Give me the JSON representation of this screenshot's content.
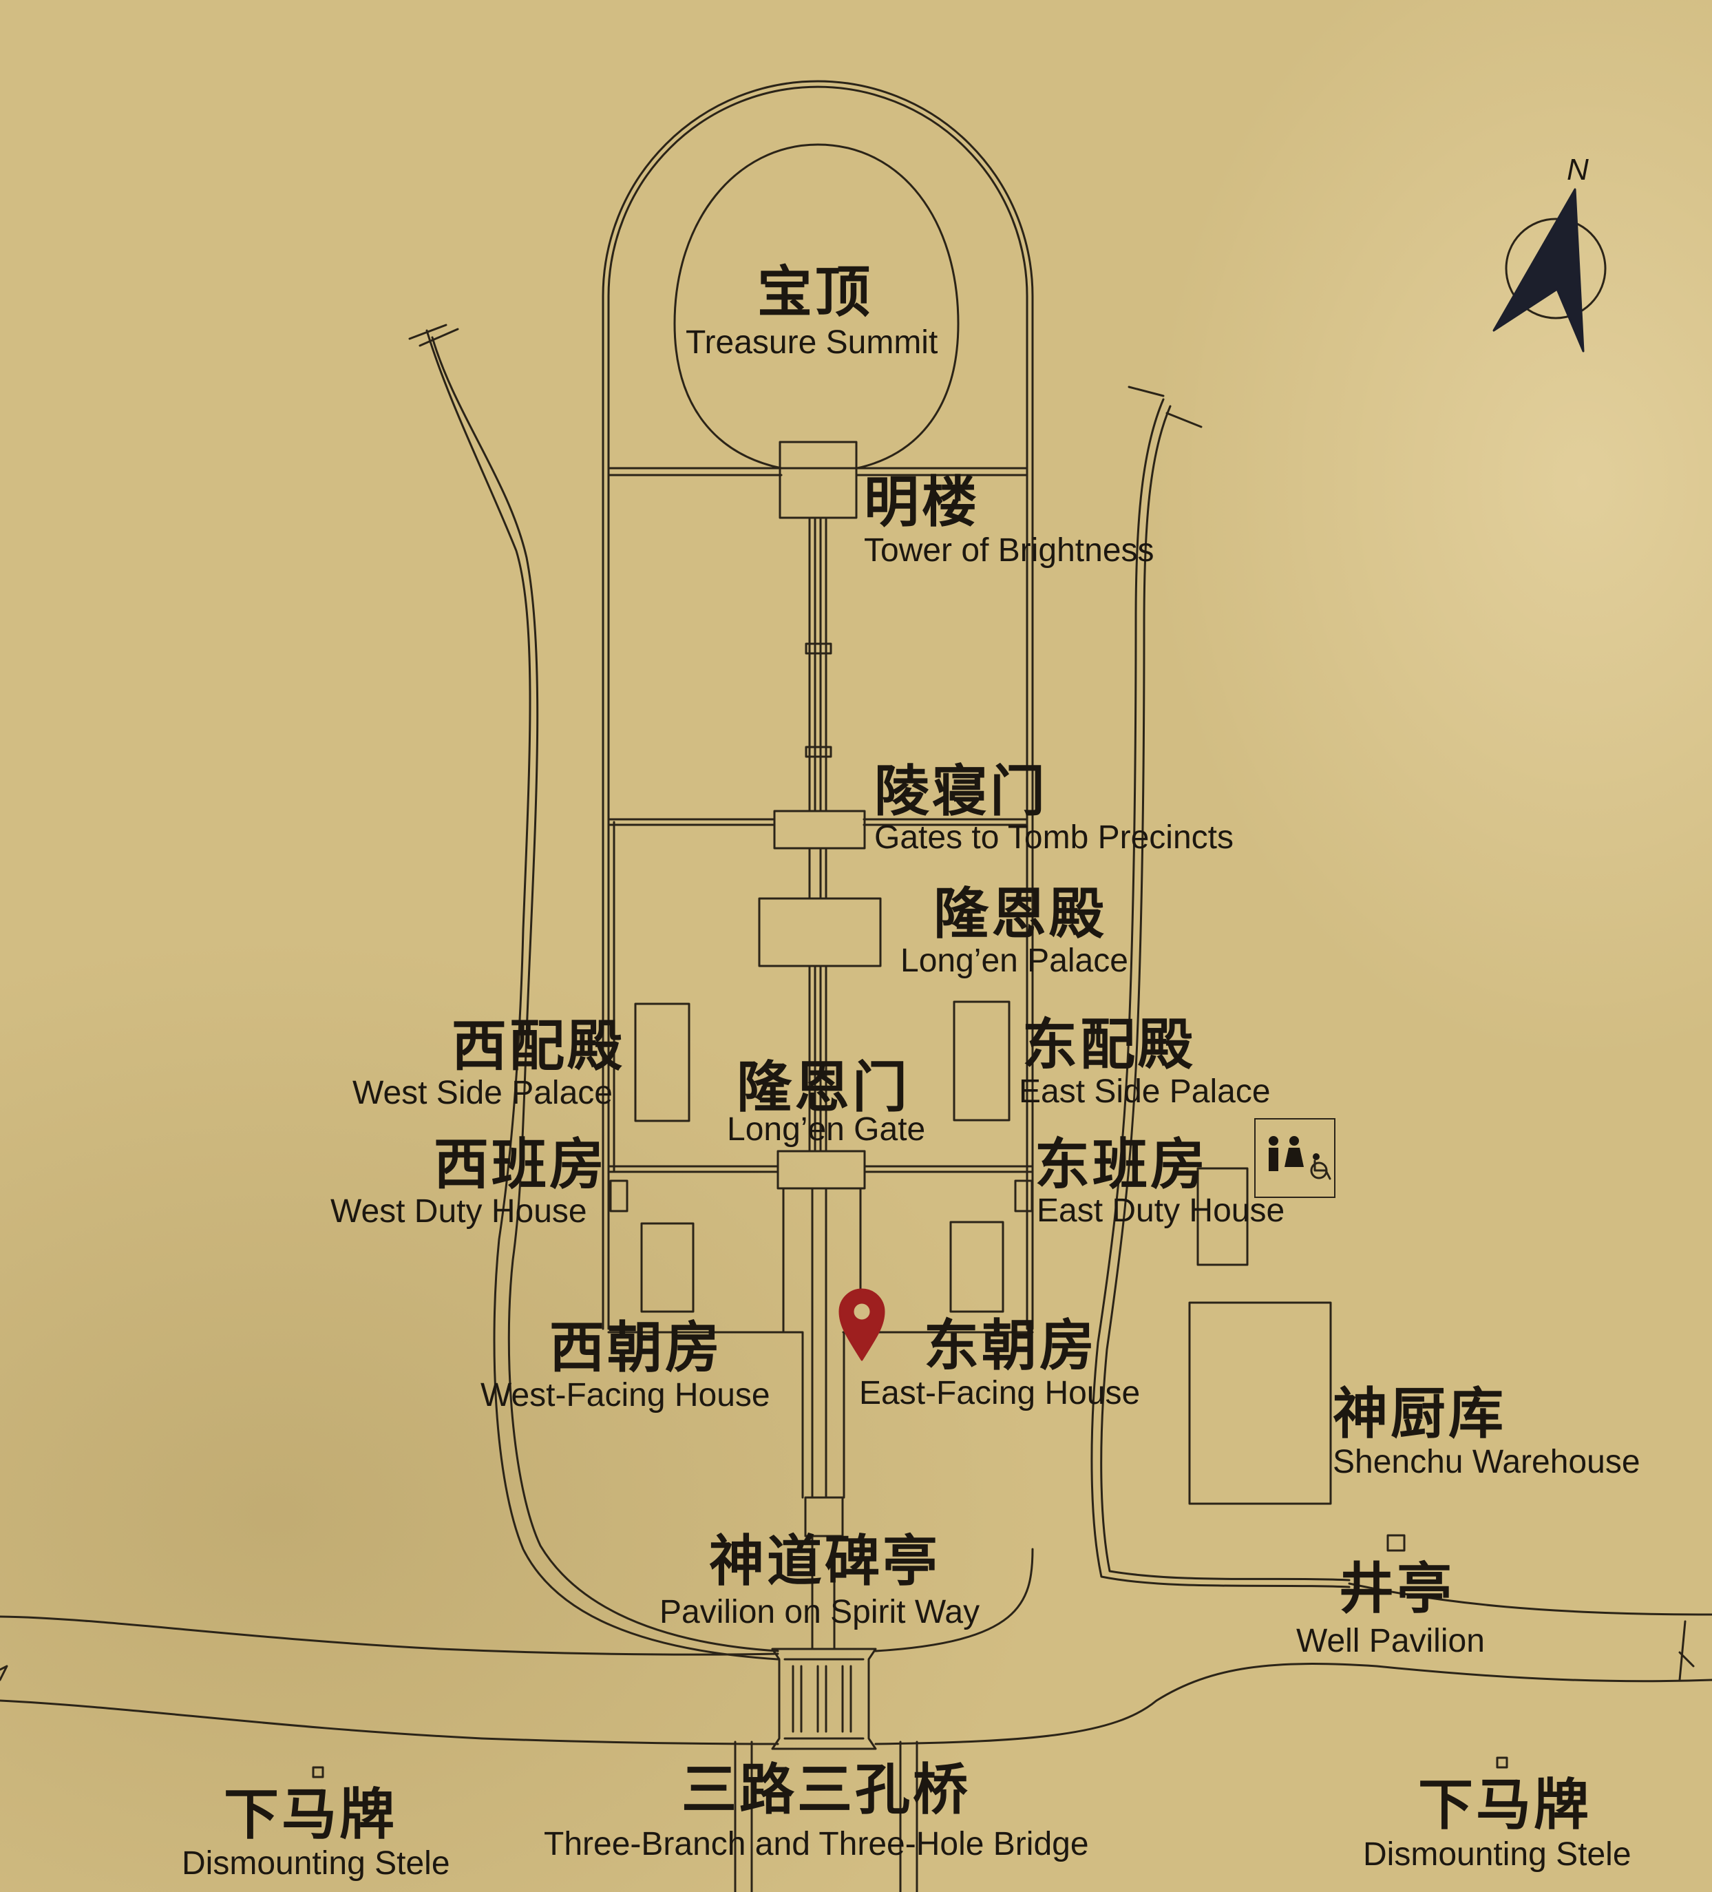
{
  "map": {
    "compass": {
      "north_label": "N"
    },
    "locations": [
      {
        "id": "treasure-summit",
        "zh": "宝顶",
        "en": "Treasure Summit"
      },
      {
        "id": "tower-of-brightness",
        "zh": "明楼",
        "en": "Tower of Brightness"
      },
      {
        "id": "gates-to-tomb-precincts",
        "zh": "陵寝门",
        "en": "Gates to Tomb Precincts"
      },
      {
        "id": "longen-palace",
        "zh": "隆恩殿",
        "en": "Long’en Palace"
      },
      {
        "id": "west-side-palace",
        "zh": "西配殿",
        "en": "West Side Palace"
      },
      {
        "id": "east-side-palace",
        "zh": "东配殿",
        "en": "East Side Palace"
      },
      {
        "id": "longen-gate",
        "zh": "隆恩门",
        "en": "Long’en Gate"
      },
      {
        "id": "west-duty-house",
        "zh": "西班房",
        "en": "West Duty House"
      },
      {
        "id": "east-duty-house",
        "zh": "东班房",
        "en": "East Duty House"
      },
      {
        "id": "west-facing-house",
        "zh": "西朝房",
        "en": "West-Facing House"
      },
      {
        "id": "east-facing-house",
        "zh": "东朝房",
        "en": "East-Facing House"
      },
      {
        "id": "shenchu-warehouse",
        "zh": "神厨库",
        "en": "Shenchu Warehouse"
      },
      {
        "id": "pavilion-spirit-way",
        "zh": "神道碑亭",
        "en": "Pavilion on Spirit Way"
      },
      {
        "id": "well-pavilion",
        "zh": "井亭",
        "en": "Well Pavilion"
      },
      {
        "id": "three-branch-bridge",
        "zh": "三路三孔桥",
        "en": "Three-Branch and Three-Hole Bridge"
      },
      {
        "id": "dismounting-stele-west",
        "zh": "下马牌",
        "en": "Dismounting Stele"
      },
      {
        "id": "dismounting-stele-east",
        "zh": "下马牌",
        "en": "Dismounting Stele"
      }
    ],
    "icons": {
      "you_are_here": "location-pin-icon",
      "restroom": "restroom-icon",
      "compass": "compass-icon"
    },
    "colors": {
      "background": "#d2bd83",
      "ink": "#2b2418",
      "pin": "#9e1f1f"
    }
  }
}
